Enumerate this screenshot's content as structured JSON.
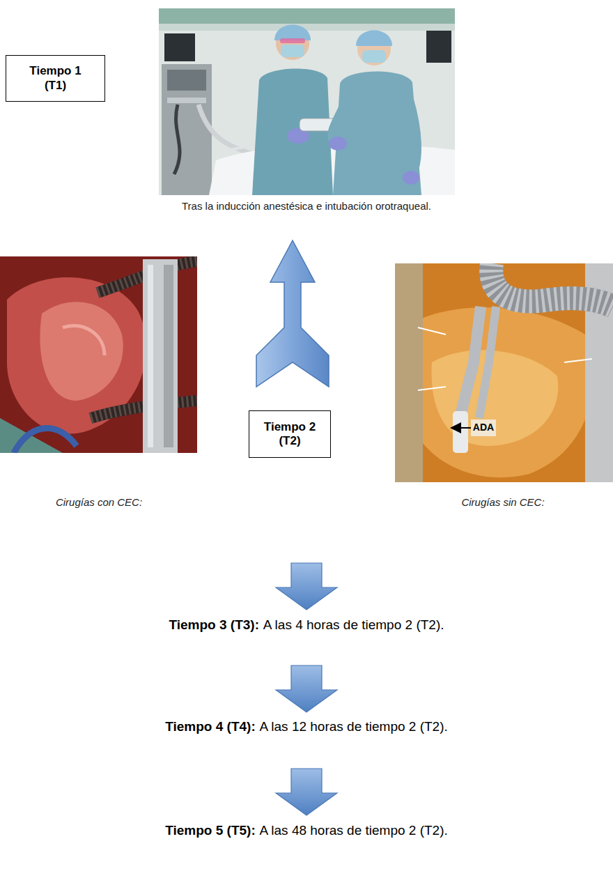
{
  "diagram": {
    "nodes": [
      {
        "text": [
          "Tiempo 1 (T1)"
        ]
      },
      {
        "text": [
          "Tiempo 2 (T2)"
        ]
      }
    ],
    "labels": [
      "Tras la inducción anestésica e intubación orotraqueal.",
      "ADA",
      "Cirugías con CEC:",
      "Cirugías sin CEC:",
      "Tiempo 3 (T3):",
      "A las 4 horas de tiempo 2 (T2).",
      "Tiempo 4 (T4):",
      "A las 12 horas de tiempo 2 (T2).",
      "Tiempo 5 (T5):",
      "A las 48 horas de tiempo 2 (T2)."
    ]
  }
}
